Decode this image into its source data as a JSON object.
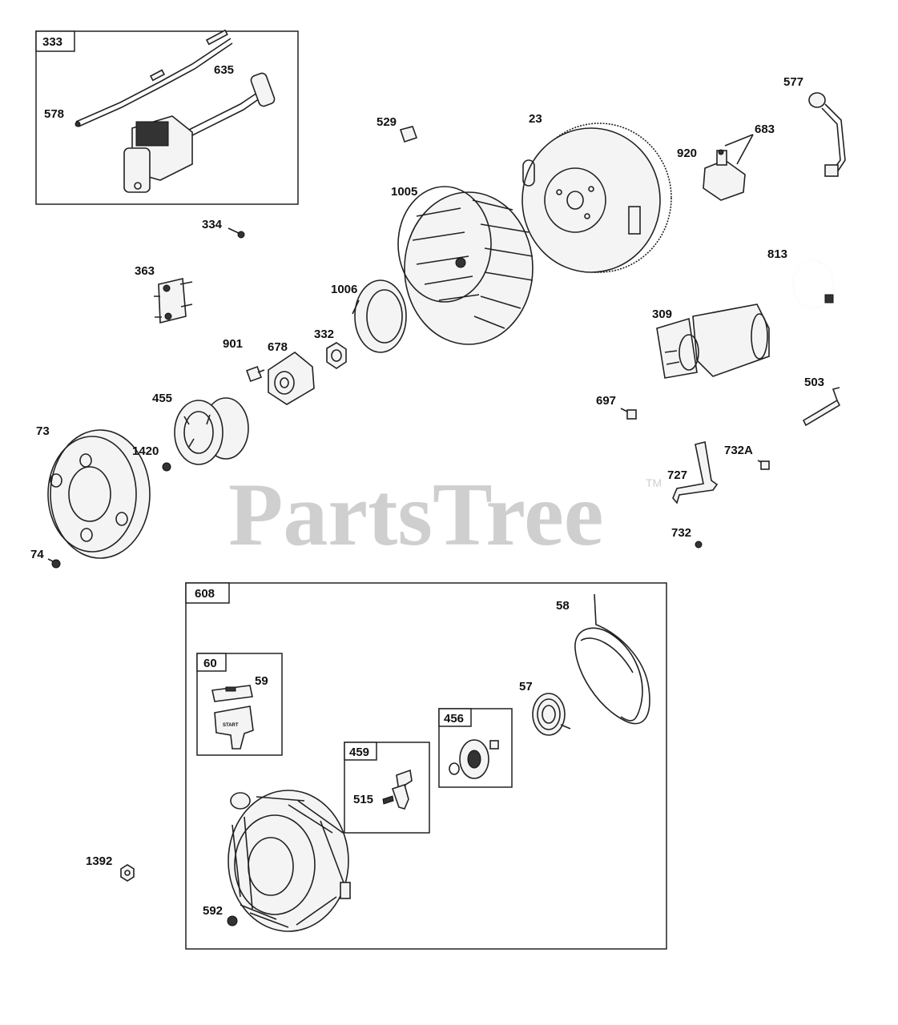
{
  "watermark": {
    "brand": "PartsTree",
    "trademark": "TM"
  },
  "boxes": {
    "b333": "333",
    "b608": "608",
    "b60": "60",
    "b459": "459",
    "b456": "456"
  },
  "labels": {
    "p578": "578",
    "p635": "635",
    "p334": "334",
    "p363": "363",
    "p529": "529",
    "p23": "23",
    "p1005": "1005",
    "p1006": "1006",
    "p332": "332",
    "p678": "678",
    "p901": "901",
    "p455": "455",
    "p73": "73",
    "p1420": "1420",
    "p74": "74",
    "p577": "577",
    "p683": "683",
    "p920": "920",
    "p813": "813",
    "p309": "309",
    "p503": "503",
    "p697": "697",
    "p732a": "732A",
    "p727": "727",
    "p732": "732",
    "p58": "58",
    "p59": "59",
    "p57": "57",
    "p515": "515",
    "p1392": "1392",
    "p592": "592"
  },
  "handle_text": "START"
}
